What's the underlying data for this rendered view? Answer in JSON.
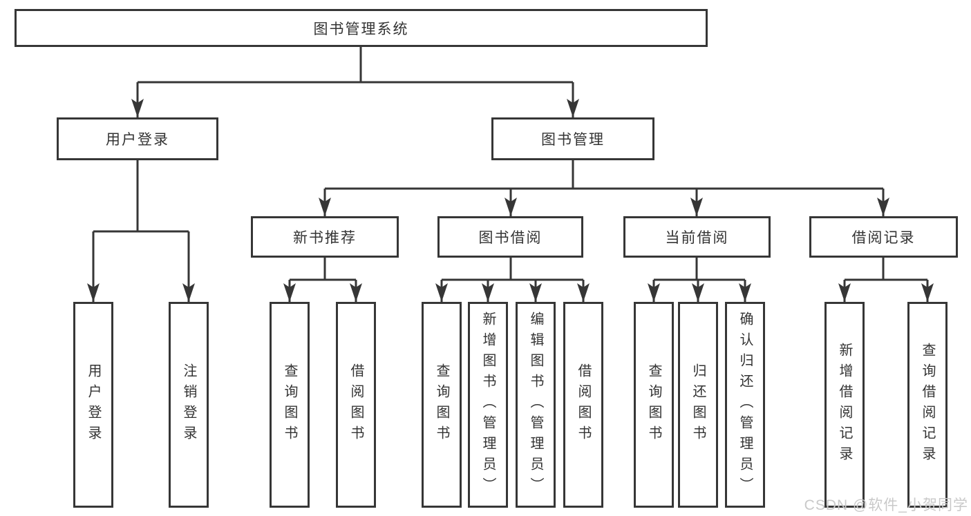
{
  "tree": {
    "label": "图书管理系统",
    "children": [
      {
        "label": "用户登录",
        "children": [
          {
            "label": "用户登录"
          },
          {
            "label": "注销登录"
          }
        ]
      },
      {
        "label": "图书管理",
        "children": [
          {
            "label": "新书推荐",
            "children": [
              {
                "label": "查询图书"
              },
              {
                "label": "借阅图书"
              }
            ]
          },
          {
            "label": "图书借阅",
            "children": [
              {
                "label": "查询图书"
              },
              {
                "label": "新增图书（管理员）"
              },
              {
                "label": "编辑图书（管理员）"
              },
              {
                "label": "借阅图书"
              }
            ]
          },
          {
            "label": "当前借阅",
            "children": [
              {
                "label": "查询图书"
              },
              {
                "label": "归还图书"
              },
              {
                "label": "确认归还（管理员）"
              }
            ]
          },
          {
            "label": "借阅记录",
            "children": [
              {
                "label": "新增借阅记录"
              },
              {
                "label": "查询借阅记录"
              }
            ]
          }
        ]
      }
    ]
  },
  "watermark": "CSDN @软件_小贺同学",
  "colors": {
    "line": "#363636",
    "box_border": "#363636",
    "text": "#333333",
    "watermark": "#c9c9c9",
    "background": "#ffffff"
  }
}
